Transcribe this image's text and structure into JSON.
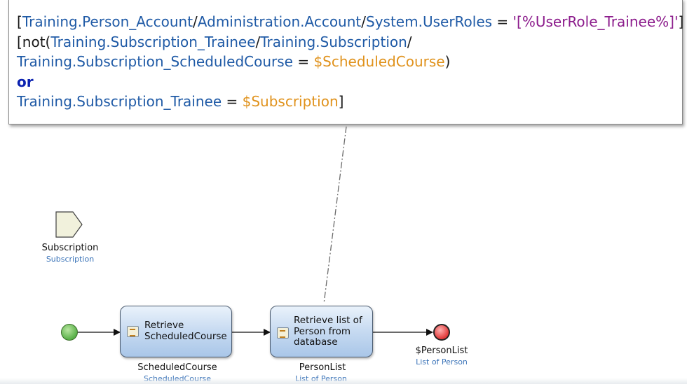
{
  "annotation": {
    "l1_open": "[",
    "l1_ent1": "Training.Person_Account",
    "l1_sep1": "/",
    "l1_ent2": "Administration.Account",
    "l1_sep2": "/",
    "l1_ent3": "System.UserRoles",
    "l1_eq": " = ",
    "l1_str": "'[%UserRole_Trainee%]'",
    "l1_close": "]",
    "l2_open": "[not(",
    "l2_ent1": "Training.Subscription_Trainee",
    "l2_sep1": "/",
    "l2_ent2": "Training.Subscription",
    "l2_sep2": "/",
    "l3_ent": "Training.Subscription_ScheduledCourse",
    "l3_eq": " = ",
    "l3_var": "$ScheduledCourse",
    "l3_close": ")",
    "l4_kw": "or",
    "l5_ent": "Training.Subscription_Trainee",
    "l5_eq": " = ",
    "l5_var": "$Subscription",
    "l5_close": "]"
  },
  "parameter": {
    "name": "Subscription",
    "type": "Subscription"
  },
  "activities": [
    {
      "text": "Retrieve\nScheduledCourse",
      "output_name": "ScheduledCourse",
      "output_type": "ScheduledCourse"
    },
    {
      "text": "Retrieve list of\nPerson from\ndatabase",
      "output_name": "PersonList",
      "output_type": "List of Person"
    }
  ],
  "end_event": {
    "return_name": "$PersonList",
    "return_type": "List of Person"
  },
  "colors": {
    "entity": "#1f5aa6",
    "string": "#8c1c8c",
    "variable": "#e0921c",
    "keyword": "#0b22b0",
    "start": "#58b048",
    "end": "#e03838"
  }
}
